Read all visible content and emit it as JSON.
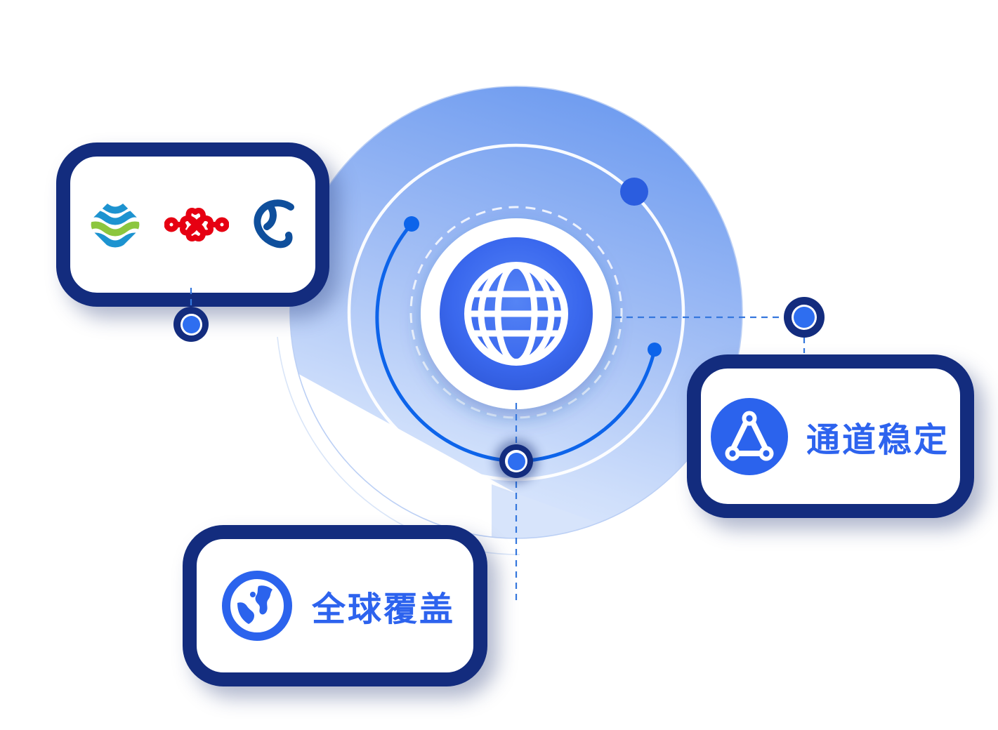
{
  "theme": {
    "navy": "#132c7e",
    "accent": "#0d64ea",
    "accentDeep": "#2b5ddf",
    "core": "#2e6ef0",
    "label": "#2d63ee",
    "iconCircle": "#2b63ed",
    "wedge": "#d7e4fb",
    "unicomRed": "#e60012",
    "mobileBlue": "#1d93d0",
    "mobileGreen": "#8cc63f",
    "telecomBlue": "#0f4f9c"
  },
  "hub": {
    "icon": "globe-grid-icon"
  },
  "cards": {
    "carriers": {
      "logos": [
        {
          "name": "china-mobile-logo"
        },
        {
          "name": "china-unicom-logo"
        },
        {
          "name": "china-telecom-logo"
        }
      ]
    },
    "stability": {
      "icon": "network-triangle-icon",
      "label": "通道稳定"
    },
    "coverage": {
      "icon": "earth-icon",
      "label": "全球覆盖"
    }
  }
}
